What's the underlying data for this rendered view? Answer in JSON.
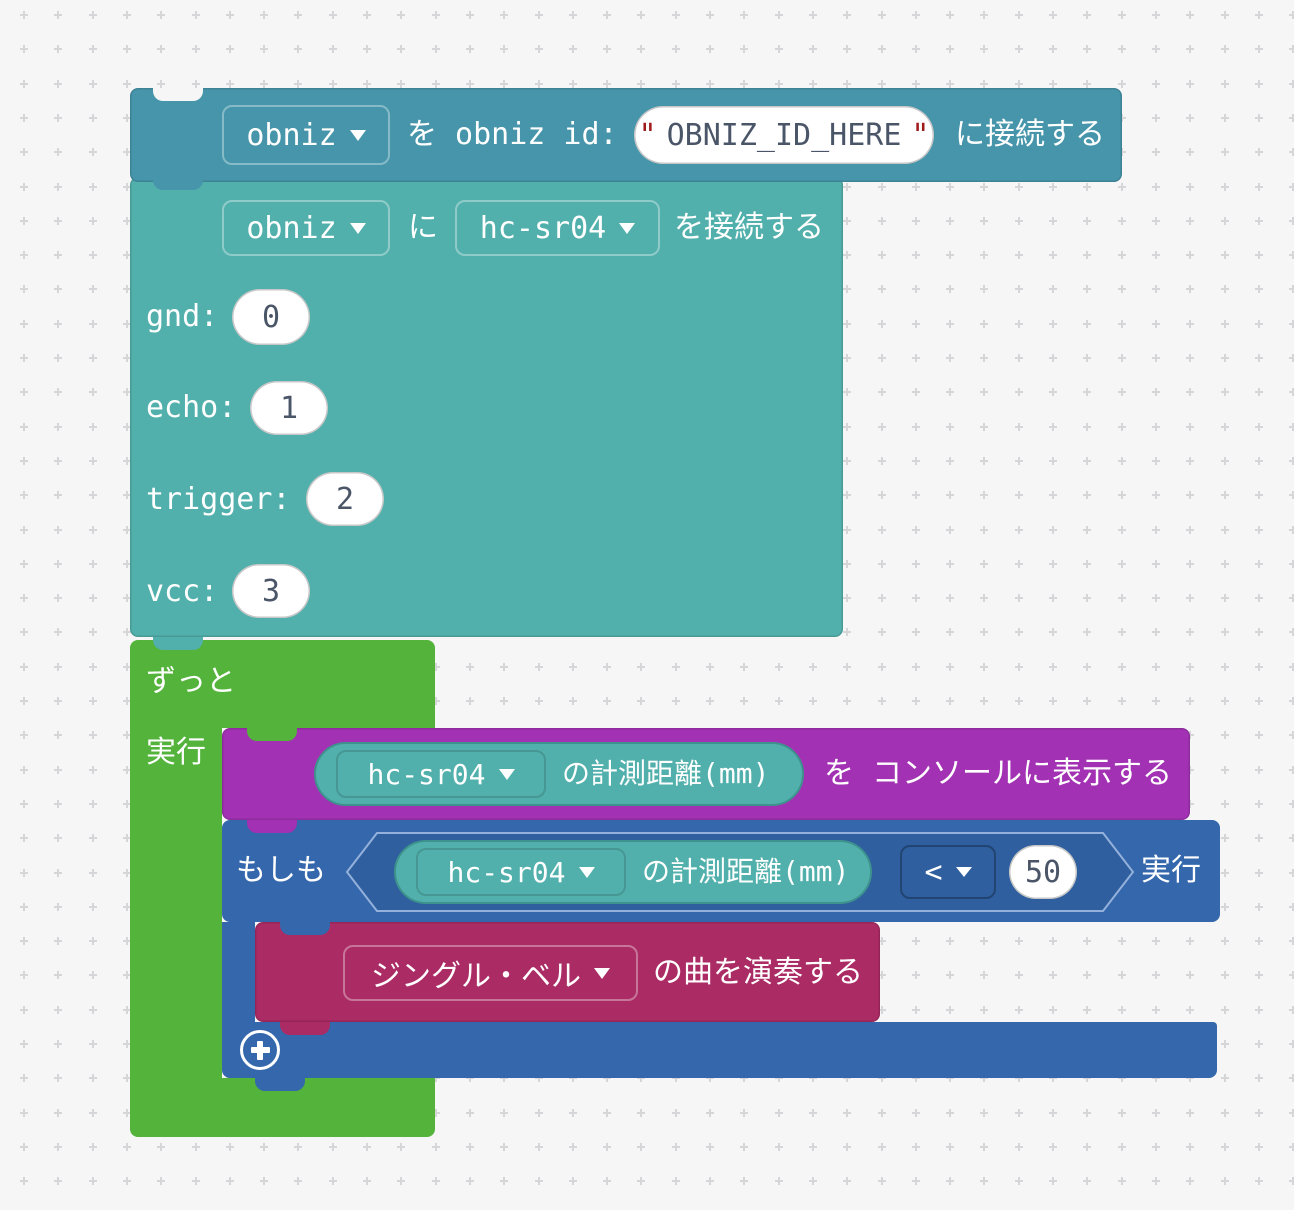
{
  "colors": {
    "canvas_bg": "#f6f6f7",
    "grid_cross": "#d6d6d9",
    "steel_blue": "#4695aa",
    "teal": "#52b0ac",
    "green": "#53b33a",
    "purple": "#a232b3",
    "blue": "#3567ad",
    "crimson": "#ab2b64",
    "field_text": "#4a5568",
    "quote_red": "#9e1b1b"
  },
  "blocks": {
    "obniz_connect": {
      "dropdown": "obniz",
      "label_wo_id": "を obniz id:",
      "quote_open": "\"",
      "id_value": "OBNIZ_ID_HERE",
      "quote_close": "\"",
      "label_connect": "に接続する"
    },
    "hcsr04_setup": {
      "dropdown_obniz": "obniz",
      "label_ni": "に",
      "dropdown_parts": "hc-sr04",
      "label_connect": "を接続する",
      "pins": [
        {
          "label": "gnd:",
          "value": "0"
        },
        {
          "label": "echo:",
          "value": "1"
        },
        {
          "label": "trigger:",
          "value": "2"
        },
        {
          "label": "vcc:",
          "value": "3"
        }
      ]
    },
    "forever": {
      "label": "ずっと",
      "label_do": "実行"
    },
    "print_console": {
      "sensor_dropdown": "hc-sr04",
      "sensor_label": "の計測距離(mm)",
      "label_suffix": "を コンソールに表示する"
    },
    "if": {
      "label_if": "もしも",
      "sensor_dropdown": "hc-sr04",
      "sensor_label": "の計測距離(mm)",
      "operator": "<",
      "value": "50",
      "label_do": "実行"
    },
    "play_song": {
      "dropdown": "ジングル・ベル",
      "label": "の曲を演奏する"
    }
  }
}
